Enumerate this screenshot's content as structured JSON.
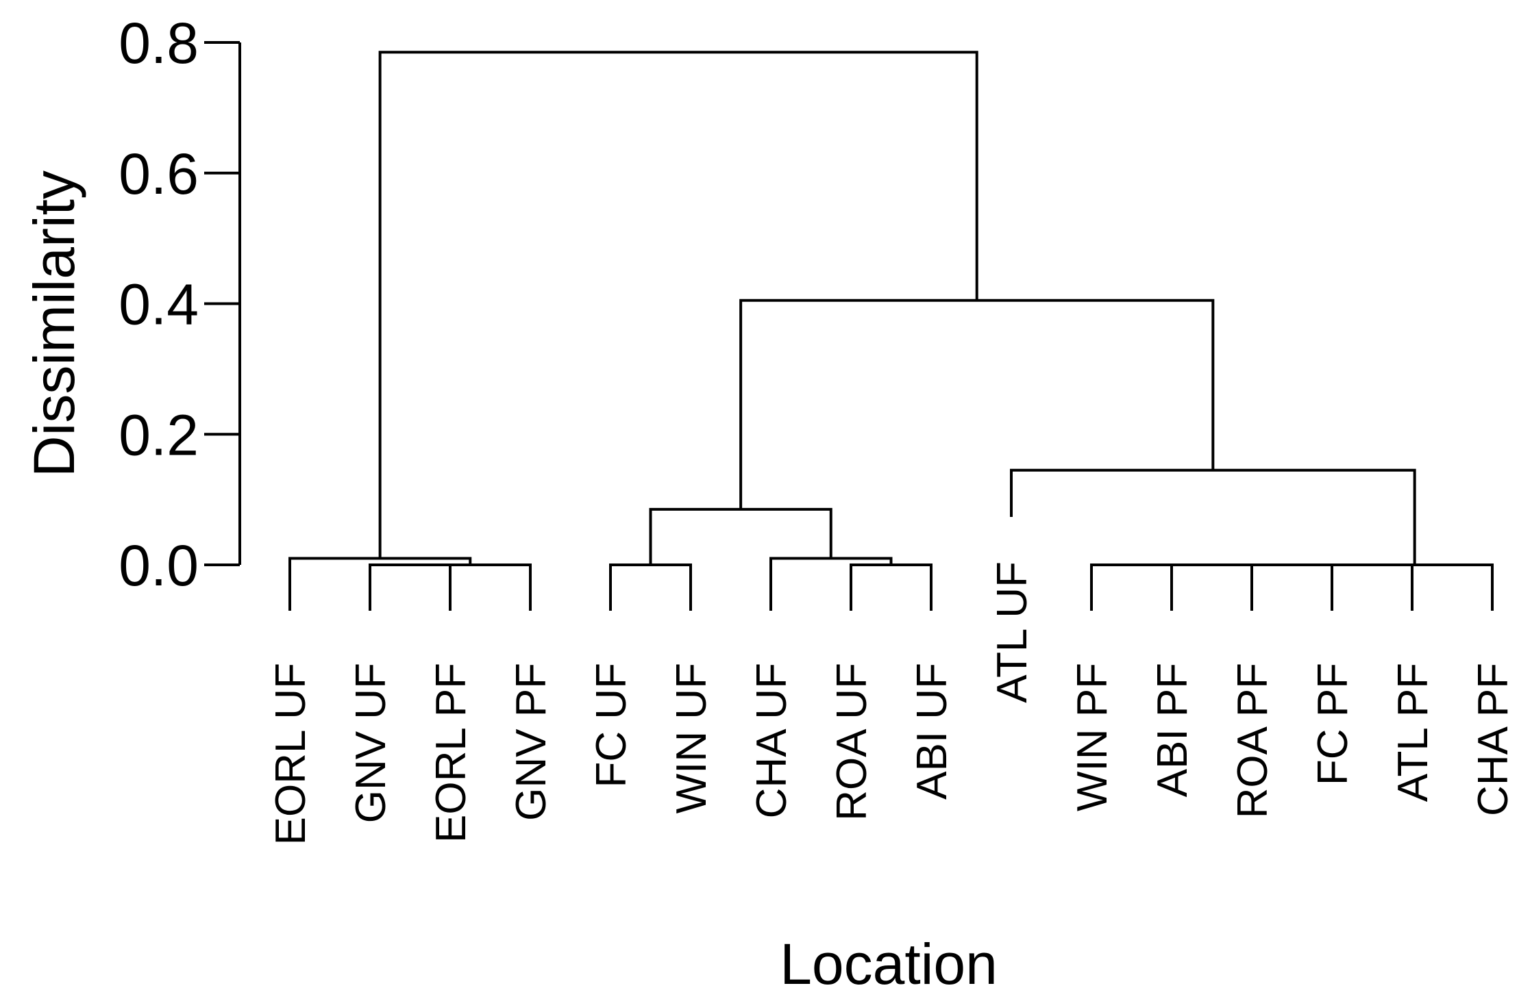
{
  "chart_data": {
    "type": "dendrogram",
    "xlabel": "Location",
    "ylabel": "Dissimilarity",
    "ylim": [
      0.0,
      0.8
    ],
    "yticks": [
      "0.0",
      "0.2",
      "0.4",
      "0.6",
      "0.8"
    ],
    "grid": false,
    "leaves": [
      "EORL UF",
      "GNV UF",
      "EORL PF",
      "GNV PF",
      "FC UF",
      "WIN UF",
      "CHA UF",
      "ROA UF",
      "ABI UF",
      "ATL UF",
      "WIN PF",
      "ABI PF",
      "ROA PF",
      "FC PF",
      "ATL PF",
      "CHA PF"
    ],
    "merges": [
      {
        "left": "GNV UF",
        "right": "EORL PF",
        "height": 0.0
      },
      {
        "left": "GNV UF + EORL PF",
        "right": "GNV PF",
        "height": 0.0
      },
      {
        "left": "EORL UF",
        "right": "GNV UF + EORL PF + GNV PF",
        "height": 0.01
      },
      {
        "left": "FC UF",
        "right": "WIN UF",
        "height": 0.0
      },
      {
        "left": "ROA UF",
        "right": "ABI UF",
        "height": 0.0
      },
      {
        "left": "CHA UF",
        "right": "ROA UF + ABI UF",
        "height": 0.01
      },
      {
        "left": "FC UF + WIN UF",
        "right": "CHA UF + ROA UF + ABI UF",
        "height": 0.085
      },
      {
        "left": "WIN PF",
        "right": "ABI PF",
        "height": 0.0
      },
      {
        "left": "WIN PF + ABI PF",
        "right": "ROA PF",
        "height": 0.0
      },
      {
        "left": "WIN PF + ABI PF + ROA PF",
        "right": "FC PF",
        "height": 0.0
      },
      {
        "left": "WIN PF + ... + FC PF",
        "right": "ATL PF",
        "height": 0.0
      },
      {
        "left": "WIN PF + ... + ATL PF",
        "right": "CHA PF",
        "height": 0.0
      },
      {
        "left": "ATL UF",
        "right": "WIN PF + ... + CHA PF",
        "height": 0.145
      },
      {
        "left": "UF cluster",
        "right": "ATL UF + PF cluster",
        "height": 0.405
      },
      {
        "left": "EORL/GNV cluster",
        "right": "remaining cluster",
        "height": 0.785
      }
    ]
  }
}
